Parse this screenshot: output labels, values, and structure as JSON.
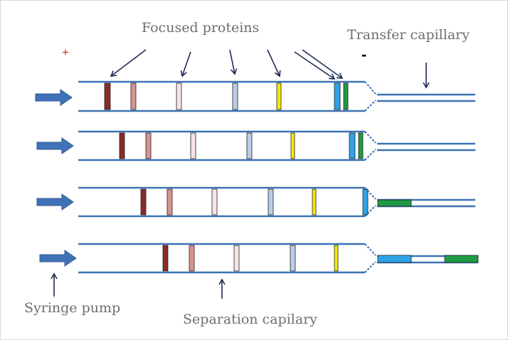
{
  "labels": {
    "focused_proteins": "Focused proteins",
    "transfer_capillary": "Transfer capillary",
    "syringe_pump": "Syringe pump",
    "separation_capillary": "Separation capilary",
    "plus": "+",
    "minus": "-"
  },
  "colors": {
    "capillary": "#3d72b4",
    "arrow": "#1f2a55",
    "pump_arrow": "#3f72b6",
    "plus": "#e0201b",
    "text": "#6e6e6e"
  },
  "bands": [
    {
      "name": "dark-red",
      "color": "#8b2a2a"
    },
    {
      "name": "rose",
      "color": "#d79390"
    },
    {
      "name": "light-pink",
      "color": "#f8e3e3"
    },
    {
      "name": "light-blue",
      "color": "#b9cde6"
    },
    {
      "name": "yellow",
      "color": "#f2e90b"
    },
    {
      "name": "blue",
      "color": "#2ea3e6"
    },
    {
      "name": "green",
      "color": "#1f9a43"
    }
  ],
  "stages": [
    1,
    2,
    3,
    4
  ]
}
